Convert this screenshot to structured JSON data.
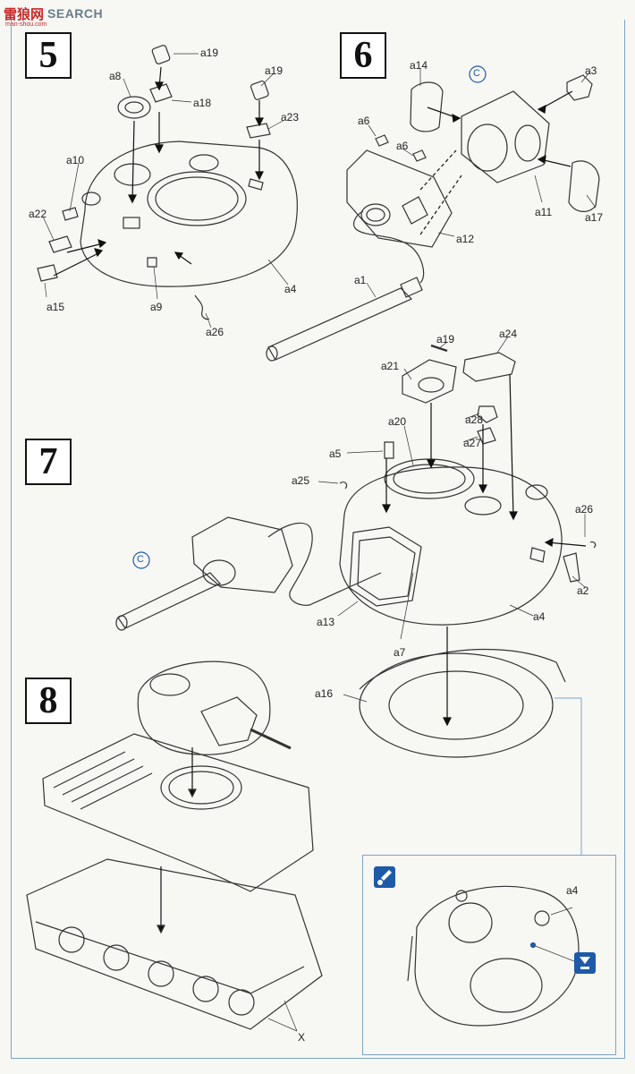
{
  "watermark": {
    "brand_cn": "雷狼网",
    "brand_en": "SEARCH",
    "sub": "man-shou.com"
  },
  "steps": {
    "s5": "5",
    "s6": "6",
    "s7": "7",
    "s8": "8"
  },
  "circle_c": "C",
  "labels": {
    "step5": [
      "a19",
      "a8",
      "a18",
      "a19",
      "a23",
      "a10",
      "a22",
      "a15",
      "a9",
      "a26",
      "a4"
    ],
    "step6": [
      "a14",
      "a3",
      "a6",
      "a6",
      "a11",
      "a17",
      "a12",
      "a1"
    ],
    "step7": [
      "a19",
      "a24",
      "a21",
      "a28",
      "a20",
      "a27",
      "a5",
      "a25",
      "a26",
      "a2",
      "a13",
      "a7",
      "a4",
      "a16"
    ],
    "step8": [
      "X"
    ],
    "inset": [
      "a4"
    ]
  },
  "colors": {
    "accent": "#1e5aa8",
    "frame": "#7ea5c4",
    "ink": "#222222",
    "watermark_red": "#c62828"
  },
  "icons": {
    "inset_left": "paint-brush-icon",
    "inset_right": "drill-hole-icon"
  }
}
